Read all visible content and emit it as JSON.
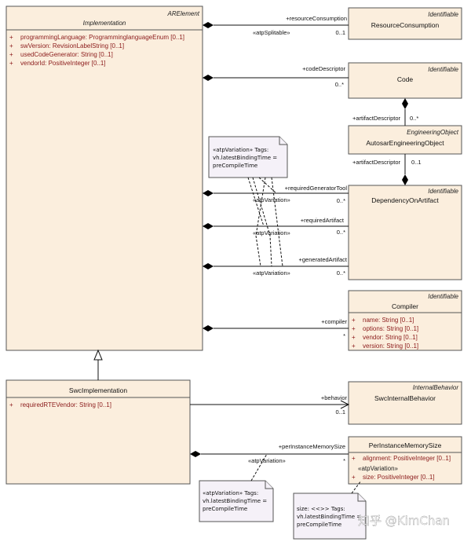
{
  "classes": {
    "implementation": {
      "stereotype": "ARElement",
      "name": "Implementation",
      "attributes": [
        "programmingLanguage: ProgramminglanguageEnum [0..1]",
        "swVersion: RevisionLabelString [0..1]",
        "usedCodeGenerator: String [0..1]",
        "vendorId: PositiveInteger [0..1]"
      ]
    },
    "resource_consumption": {
      "stereotype": "Identifiable",
      "name": "ResourceConsumption"
    },
    "code": {
      "stereotype": "Identifiable",
      "name": "Code"
    },
    "autosar_engineering_object": {
      "stereotype": "EngineeringObject",
      "name": "AutosarEngineeringObject"
    },
    "dependency_on_artifact": {
      "stereotype": "Identifiable",
      "name": "DependencyOnArtifact"
    },
    "compiler": {
      "stereotype": "Identifiable",
      "name": "Compiler",
      "attributes": [
        "name: String [0..1]",
        "options: String [0..1]",
        "vendor: String [0..1]",
        "version: String [0..1]"
      ]
    },
    "swc_implementation": {
      "name": "SwcImplementation",
      "attributes": [
        "requiredRTEVendor: String [0..1]"
      ]
    },
    "swc_internal_behavior": {
      "stereotype": "InternalBehavior",
      "name": "SwcInternalBehavior"
    },
    "per_instance_memory_size": {
      "name": "PerInstanceMemorySize",
      "attributes": [
        "alignment: PositiveInteger [0..1]"
      ],
      "variation_label": "«atpVariation»",
      "attributes2": [
        "size: PositiveInteger [0..1]"
      ]
    }
  },
  "associations": {
    "resource_consumption": {
      "role": "+resourceConsumption",
      "stereotype": "«atpSplitable»",
      "mult": "0..1"
    },
    "code_descriptor": {
      "role": "+codeDescriptor",
      "mult": "0..*"
    },
    "artifact_descriptor_code": {
      "role": "+artifactDescriptor",
      "mult": "0..*"
    },
    "artifact_descriptor_dep": {
      "role": "+artifactDescriptor",
      "mult": "0..1"
    },
    "required_generator_tool": {
      "role": "+requiredGeneratorTool",
      "stereotype": "«atpVariation»",
      "mult": "0..*"
    },
    "required_artifact": {
      "role": "+requiredArtifact",
      "stereotype": "«atpVariation»",
      "mult": "0..*"
    },
    "generated_artifact": {
      "role": "+generatedArtifact",
      "stereotype": "«atpVariation»",
      "mult": "0..*"
    },
    "compiler": {
      "role": "+compiler",
      "mult": "*"
    },
    "behavior": {
      "role": "+behavior",
      "mult": "0..1"
    },
    "per_instance_memory_size": {
      "role": "+perInstanceMemorySize",
      "stereotype": "«atpVariation»",
      "mult": "*"
    }
  },
  "notes": {
    "impl_variation": [
      "«atpVariation» Tags:",
      "vh.latestBindingTime =",
      "preCompileTime"
    ],
    "swc_variation": [
      "«atpVariation» Tags:",
      "vh.latestBindingTime =",
      "preCompileTime"
    ],
    "size_note": [
      "size: <<>> Tags:",
      "vh.latestBindingTime =",
      "preCompileTime"
    ]
  },
  "attr_marker": "+",
  "watermark": "知乎 @KimChan"
}
